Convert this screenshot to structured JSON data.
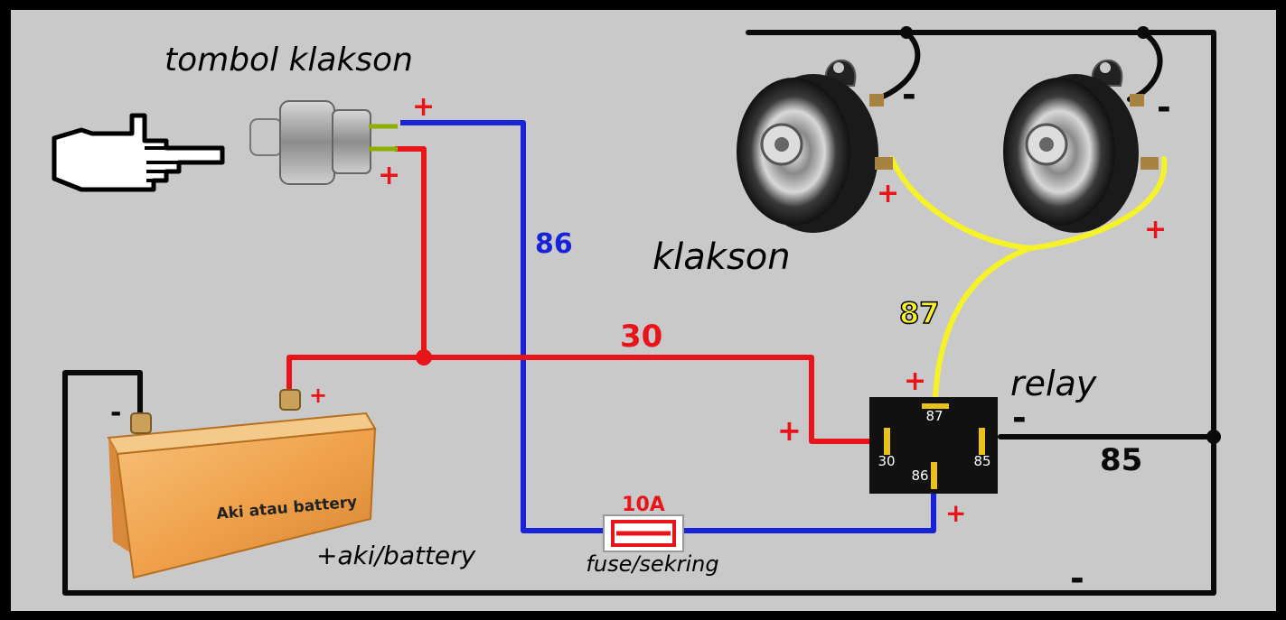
{
  "labels": {
    "switch": "tombol klakson",
    "horn": "klakson",
    "relay": "relay",
    "battery_body": "Aki atau battery",
    "battery_caption": "+aki/battery",
    "fuse_rating": "10A",
    "fuse_caption": "fuse/sekring"
  },
  "wire_labels": {
    "w86": "86",
    "w30": "30",
    "w87": "87",
    "w85": "85"
  },
  "relay_pins": {
    "p87": "87",
    "p30": "30",
    "p85": "85",
    "p86": "86"
  },
  "polarity": {
    "plus": "+",
    "minus": "-"
  },
  "colors": {
    "background": "#c9c9c9",
    "frame": "#000000",
    "wire_red": "#e8141a",
    "wire_blue": "#1723d8",
    "wire_yellow": "#f5f227",
    "wire_black": "#0a0a0a",
    "battery_orange": "#f2a24a",
    "relay_body": "#111111",
    "relay_pin": "#e8c21a"
  }
}
